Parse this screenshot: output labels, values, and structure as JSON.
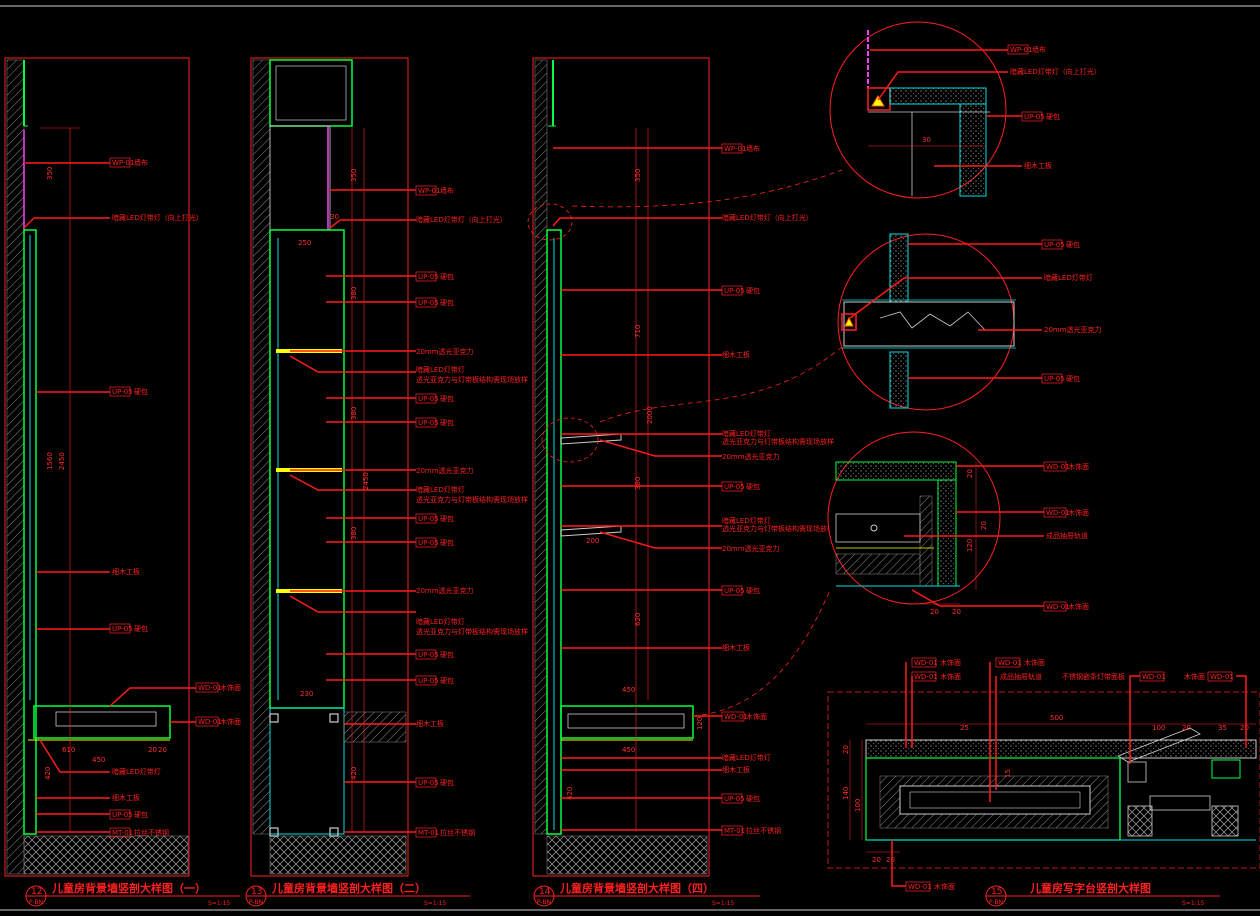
{
  "colors": {
    "background": "#000000",
    "leader": "#ff1a1a",
    "frame": "#ff2020",
    "green": "#00ff40",
    "cyan": "#00e0e0",
    "hatch": "#9a9a9a",
    "magenta": "#ff40ff",
    "yellow": "#ffff00"
  },
  "panels": [
    {
      "id": "p12",
      "number": "12",
      "sheet": "P-BN",
      "scale": "S=1:15",
      "title": "儿童房背景墙竖剖大样图（一）",
      "callouts": [
        {
          "tag": "WP-01",
          "text": "墙布"
        },
        {
          "tag": "",
          "text": "暗藏LED灯带灯（向上打光）"
        },
        {
          "tag": "UP-05",
          "text": "硬包"
        },
        {
          "tag": "",
          "text": "细木工板"
        },
        {
          "tag": "UP-05",
          "text": "硬包"
        },
        {
          "tag": "WD-01",
          "text": "木饰面"
        },
        {
          "tag": "WD-01",
          "text": "木饰面"
        },
        {
          "tag": "",
          "text": "暗藏LED灯带灯"
        },
        {
          "tag": "",
          "text": "细木工板"
        },
        {
          "tag": "UP-05",
          "text": "硬包"
        },
        {
          "tag": "MT-01",
          "text": "拉丝不锈钢"
        }
      ],
      "dims": [
        "350",
        "1560",
        "2450",
        "610",
        "450",
        "20",
        "20",
        "420"
      ]
    },
    {
      "id": "p13",
      "number": "13",
      "sheet": "P-BN",
      "scale": "S=1:15",
      "title": "儿童房背景墙竖剖大样图（二）",
      "callouts": [
        {
          "tag": "WP-01",
          "text": "墙布"
        },
        {
          "tag": "",
          "text": "暗藏LED灯带灯（向上打光）"
        },
        {
          "tag": "UP-05",
          "text": "硬包"
        },
        {
          "tag": "UP-05",
          "text": "硬包"
        },
        {
          "tag": "",
          "text": "20mm透光亚克力"
        },
        {
          "tag": "",
          "text": "暗藏LED灯带灯"
        },
        {
          "tag": "",
          "text": "透光亚克力与灯带板结构需现场放样"
        },
        {
          "tag": "UP-05",
          "text": "硬包"
        },
        {
          "tag": "UP-05",
          "text": "硬包"
        },
        {
          "tag": "",
          "text": "20mm透光亚克力"
        },
        {
          "tag": "",
          "text": "暗藏LED灯带灯"
        },
        {
          "tag": "",
          "text": "透光亚克力与灯带板结构需现场放样"
        },
        {
          "tag": "UP-05",
          "text": "硬包"
        },
        {
          "tag": "UP-05",
          "text": "硬包"
        },
        {
          "tag": "",
          "text": "20mm透光亚克力"
        },
        {
          "tag": "",
          "text": "暗藏LED灯带灯"
        },
        {
          "tag": "",
          "text": "透光亚克力与灯带板结构需现场放样"
        },
        {
          "tag": "UP-05",
          "text": "硬包"
        },
        {
          "tag": "UP-05",
          "text": "硬包"
        },
        {
          "tag": "",
          "text": "细木工板"
        },
        {
          "tag": "UP-05",
          "text": "硬包"
        },
        {
          "tag": "MT-01",
          "text": "拉丝不锈钢"
        }
      ],
      "dims": [
        "350",
        "30",
        "250",
        "380",
        "380",
        "380",
        "2450",
        "230",
        "420"
      ]
    },
    {
      "id": "p14",
      "number": "14",
      "sheet": "P-BN",
      "scale": "S=1:15",
      "title": "儿童房背景墙竖剖大样图（四）",
      "callouts": [
        {
          "tag": "WP-01",
          "text": "墙布"
        },
        {
          "tag": "",
          "text": "暗藏LED灯带灯（向上打光）"
        },
        {
          "tag": "UP-05",
          "text": "硬包"
        },
        {
          "tag": "",
          "text": "细木工板"
        },
        {
          "tag": "",
          "text": "暗藏LED灯带灯"
        },
        {
          "tag": "",
          "text": "透光亚克力与灯带板结构需现场放样"
        },
        {
          "tag": "",
          "text": "20mm透光亚克力"
        },
        {
          "tag": "UP-05",
          "text": "硬包"
        },
        {
          "tag": "",
          "text": "暗藏LED灯带灯"
        },
        {
          "tag": "",
          "text": "透光亚克力与灯带板结构需现场放样"
        },
        {
          "tag": "",
          "text": "20mm透光亚克力"
        },
        {
          "tag": "UP-05",
          "text": "硬包"
        },
        {
          "tag": "",
          "text": "细木工板"
        },
        {
          "tag": "WD-01",
          "text": "木饰面"
        },
        {
          "tag": "",
          "text": "暗藏LED灯带灯"
        },
        {
          "tag": "",
          "text": "细木工板"
        },
        {
          "tag": "UP-05",
          "text": "硬包"
        },
        {
          "tag": "MT-01",
          "text": "拉丝不锈钢"
        }
      ],
      "dims": [
        "350",
        "710",
        "2000",
        "380",
        "200",
        "620",
        "450",
        "120",
        "450",
        "420"
      ]
    },
    {
      "id": "p15",
      "number": "15",
      "sheet": "P-BN",
      "scale": "S=1:15",
      "title": "儿童房写字台竖剖大样图",
      "callouts": [
        {
          "tag": "WD-01",
          "text": "木饰面"
        },
        {
          "tag": "WD-01",
          "text": "木饰面"
        },
        {
          "tag": "WD-01",
          "text": "木饰面"
        },
        {
          "tag": "",
          "text": "成品抽屉轨道"
        },
        {
          "tag": "WD-01",
          "text": "不锈钢嵌条灯带面板"
        },
        {
          "tag": "WD-01",
          "text": "木饰面"
        },
        {
          "tag": "WD-01",
          "text": "木饰面"
        }
      ],
      "dims": [
        "500",
        "25",
        "100",
        "20",
        "35",
        "20",
        "140",
        "100",
        "15",
        "20",
        "20",
        "20"
      ]
    }
  ],
  "details": [
    {
      "id": "d1",
      "callouts": [
        {
          "tag": "WP-01",
          "text": "墙布"
        },
        {
          "tag": "",
          "text": "暗藏LED灯带灯（向上打光）"
        },
        {
          "tag": "UP-05",
          "text": "硬包"
        },
        {
          "tag": "",
          "text": "细木工板"
        }
      ],
      "dims": [
        "30"
      ]
    },
    {
      "id": "d2",
      "callouts": [
        {
          "tag": "UP-05",
          "text": "硬包"
        },
        {
          "tag": "",
          "text": "暗藏LED灯带灯"
        },
        {
          "tag": "",
          "text": "20mm透光亚克力"
        },
        {
          "tag": "UP-05",
          "text": "硬包"
        }
      ]
    },
    {
      "id": "d3",
      "callouts": [
        {
          "tag": "WD-01",
          "text": "木饰面"
        },
        {
          "tag": "WD-01",
          "text": "木饰面"
        },
        {
          "tag": "",
          "text": "成品抽屉轨道"
        },
        {
          "tag": "WD-01",
          "text": "木饰面"
        }
      ],
      "dims": [
        "20",
        "20",
        "120",
        "20",
        "20"
      ]
    }
  ]
}
